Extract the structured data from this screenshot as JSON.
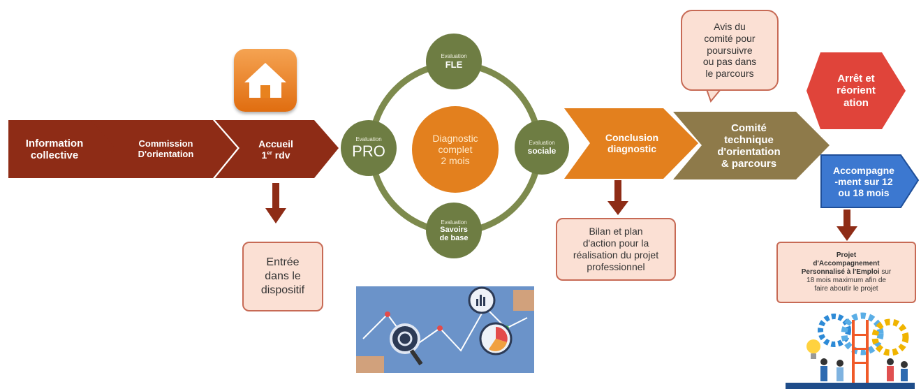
{
  "chevrons": {
    "info": {
      "line1": "Information",
      "line2": "collective"
    },
    "commission": {
      "line1": "Commission",
      "line2": "D'orientation"
    },
    "accueil": {
      "line1": "Accueil",
      "line2_main": "1",
      "line2_sup": "er",
      "line2_rest": " rdv"
    },
    "conclusion": {
      "line1": "Conclusion",
      "line2": "diagnostic"
    },
    "comite": {
      "line1": "Comité",
      "line2": "technique",
      "line3": "d'orientation",
      "line4": "& parcours"
    }
  },
  "cycle": {
    "center": {
      "line1": "Diagnostic",
      "line2": "complet",
      "line3": "2 mois"
    },
    "fle": {
      "small": "Evaluation",
      "main": "FLE"
    },
    "pro": {
      "small": "Evaluation",
      "main": "PRO"
    },
    "sociale": {
      "small": "Evaluation",
      "main": "sociale"
    },
    "savoirs": {
      "small": "Evaluation",
      "main1": "Savoirs",
      "main2": "de base"
    }
  },
  "boxes": {
    "entree": {
      "line1": "Entrée",
      "line2": "dans le",
      "line3": "dispositif"
    },
    "bilan": {
      "line1": "Bilan et plan",
      "line2": "d'action pour la",
      "line3": "réalisation du projet",
      "line4": "professionnel"
    },
    "avis": {
      "line1": "Avis du",
      "line2": "comité pour",
      "line3": "poursuivre",
      "line4": "ou pas dans",
      "line5": "le parcours"
    },
    "arret": {
      "line1": "Arrêt et",
      "line2": "réorient",
      "line3": "ation"
    },
    "accompagnement": {
      "line1": "Accompagne",
      "line2": "-ment sur 12",
      "line3": "ou 18 mois"
    },
    "projet": {
      "bold1": "Projet",
      "bold2": "d'Accompagnement",
      "bold3": "Personnalisé à l'Emploi",
      "rest1": " sur",
      "line4": "18 mois maximum afin de",
      "line5": "faire aboutir le projet"
    }
  },
  "icons": [
    "home-icon",
    "analytics-illustration",
    "teamwork-illustration"
  ],
  "colors": {
    "dark_red": "#8e2c16",
    "orange": "#e3801e",
    "olive": "#8e7a4a",
    "green": "#6e7d43",
    "pink_box": "#fbe0d4",
    "red_hex": "#e0443a",
    "blue": "#3c78d0"
  }
}
